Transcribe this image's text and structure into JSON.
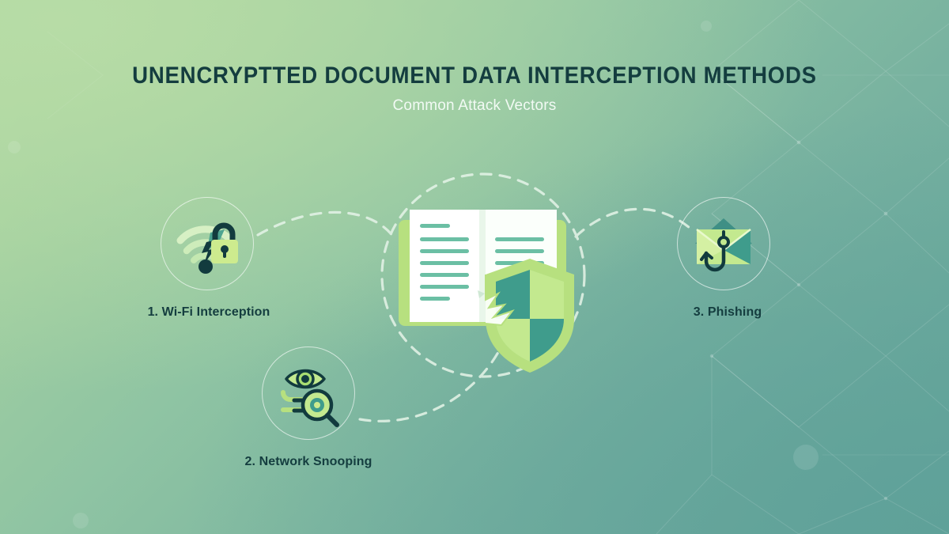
{
  "header": {
    "title": "UNENCRYPTTED DOCUMENT DATA INTERCEPTION METHODS",
    "subtitle": "Common Attack Vectors"
  },
  "center": {
    "icon": "open-document-with-broken-shield-icon"
  },
  "nodes": [
    {
      "id": "wifi",
      "label": "1. Wi-Fi Interception",
      "icon": "wifi-lock-icon"
    },
    {
      "id": "snoop",
      "label": "2. Network Snooping",
      "icon": "eye-magnifier-icon"
    },
    {
      "id": "phish",
      "label": "3. Phishing",
      "icon": "envelope-hook-icon"
    }
  ],
  "colors": {
    "title_text": "#143d3f",
    "subtitle_text": "#f2faf4",
    "label_text": "#143d3f",
    "bg_top_left": "#aed79d",
    "bg_bottom_right": "#66a69c",
    "accent_lime": "#b7e07f",
    "accent_teal": "#3f9c8c",
    "accent_dark": "#123b3e",
    "connector": "#e6f5e8",
    "node_ring": "#ffffff"
  }
}
